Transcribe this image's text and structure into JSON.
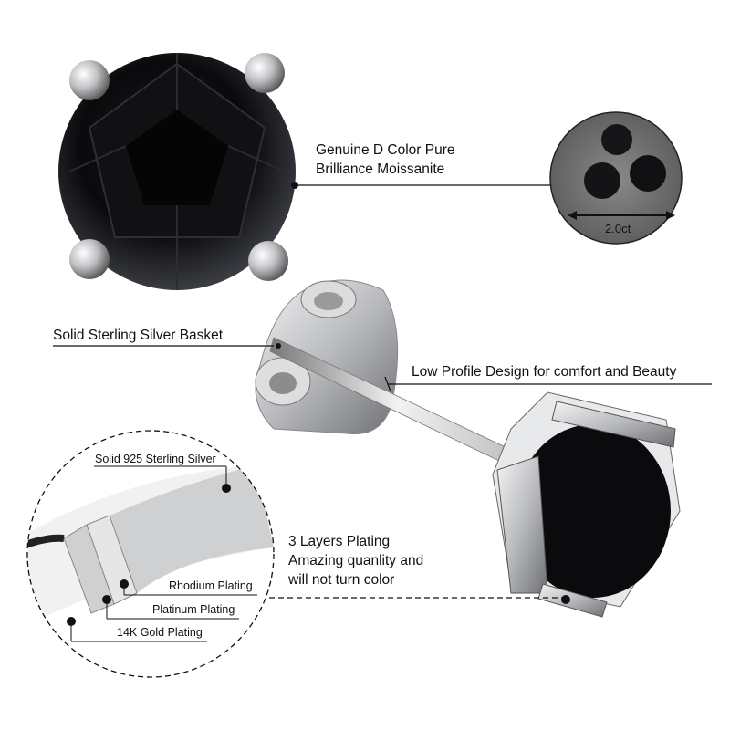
{
  "labels": {
    "stone_line1": "Genuine D Color Pure",
    "stone_line2": "Brilliance Moissanite",
    "carat": "2.0ct",
    "basket": "Solid Sterling Silver Basket",
    "low_profile": "Low Profile Design for comfort and Beauty",
    "plating_line1": "3 Layers Plating",
    "plating_line2": "Amazing quanlity and",
    "plating_line3": "will not turn color",
    "silver_core": "Solid 925 Sterling Silver",
    "rhodium": "Rhodium Plating",
    "platinum": "Platinum Plating",
    "gold": "14K Gold Plating"
  },
  "colors": {
    "stone": "#0b0b0d",
    "metal": "#c9cbce",
    "line": "#111111"
  }
}
